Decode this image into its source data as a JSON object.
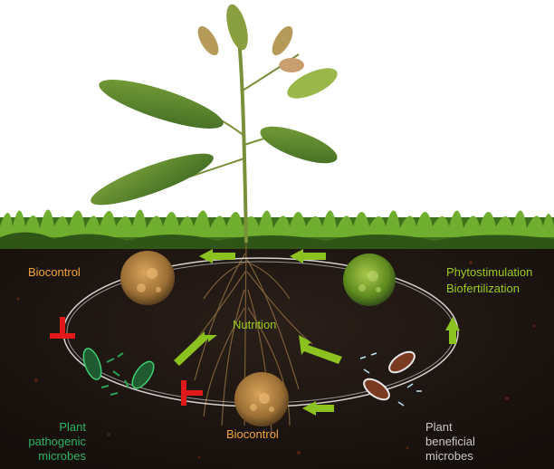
{
  "labels": {
    "biocontrol_top": "Biocontrol",
    "phytostimulation": "Phytostimulation",
    "biofertilization": "Biofertilization",
    "nutrition": "Nutrition",
    "pathogenic": [
      "Plant",
      "pathogenic",
      "microbes"
    ],
    "biocontrol_bottom": "Biocontrol",
    "beneficial": [
      "Plant",
      "beneficial",
      "microbes"
    ]
  },
  "colors": {
    "soil": "#1f1713",
    "grass": "#4e8a22",
    "orange_label": "#f2a53c",
    "lime_label": "#9ccc1c",
    "pathogen_green": "#2fb463",
    "inhibit_red": "#e01a1a",
    "arrow_green": "#8cc21f"
  }
}
